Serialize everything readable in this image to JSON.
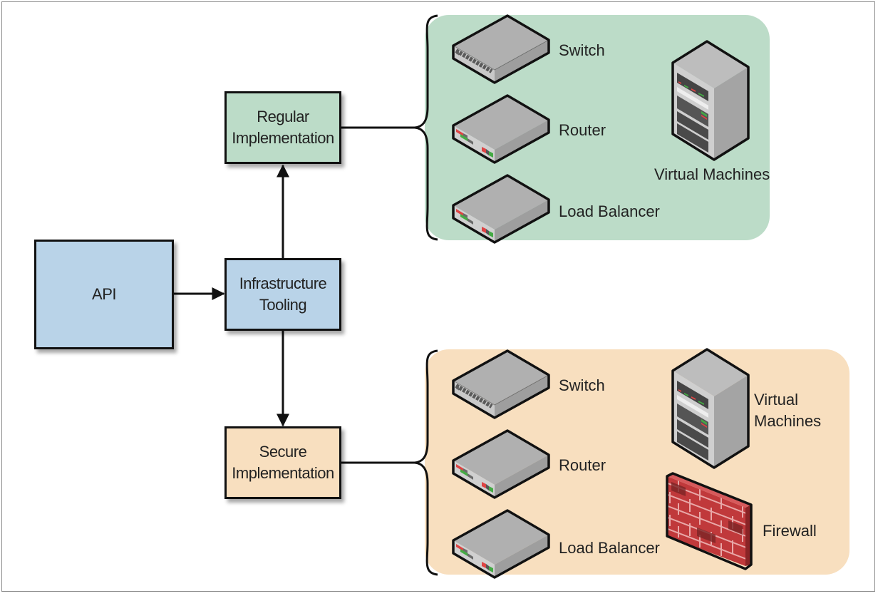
{
  "colors": {
    "blue_box": "#b9d3e8",
    "green_box": "#bcdcc8",
    "orange_box": "#f8dfbf",
    "green_panel": "#bcdcc8",
    "orange_panel": "#f8dfbf",
    "device_gray": "#a9a9a9",
    "firewall_red": "#c0393b",
    "stroke": "#111111"
  },
  "nodes": {
    "api": {
      "label": "API"
    },
    "tooling": {
      "line1": "Infrastructure",
      "line2": "Tooling"
    },
    "regular": {
      "line1": "Regular",
      "line2": "Implementation"
    },
    "secure": {
      "line1": "Secure",
      "line2": "Implementation"
    }
  },
  "edges": [
    {
      "from": "API",
      "to": "Infrastructure Tooling",
      "arrow": "end"
    },
    {
      "from": "Infrastructure Tooling",
      "to": "Regular Implementation",
      "arrow": "end"
    },
    {
      "from": "Infrastructure Tooling",
      "to": "Secure Implementation",
      "arrow": "end"
    },
    {
      "from": "Regular Implementation",
      "to": "Regular resources group",
      "arrow": "none"
    },
    {
      "from": "Secure Implementation",
      "to": "Secure resources group",
      "arrow": "none"
    }
  ],
  "regular_group": {
    "devices": [
      {
        "icon": "switch-icon",
        "label": "Switch"
      },
      {
        "icon": "router-icon",
        "label": "Router"
      },
      {
        "icon": "load-balancer-icon",
        "label": "Load Balancer"
      }
    ],
    "server": {
      "icon": "server-icon",
      "label": "Virtual Machines"
    }
  },
  "secure_group": {
    "devices": [
      {
        "icon": "switch-icon",
        "label": "Switch"
      },
      {
        "icon": "router-icon",
        "label": "Router"
      },
      {
        "icon": "load-balancer-icon",
        "label": "Load Balancer"
      }
    ],
    "server": {
      "icon": "server-icon",
      "line1": "Virtual",
      "line2": "Machines"
    },
    "firewall": {
      "icon": "firewall-icon",
      "label": "Firewall"
    }
  }
}
